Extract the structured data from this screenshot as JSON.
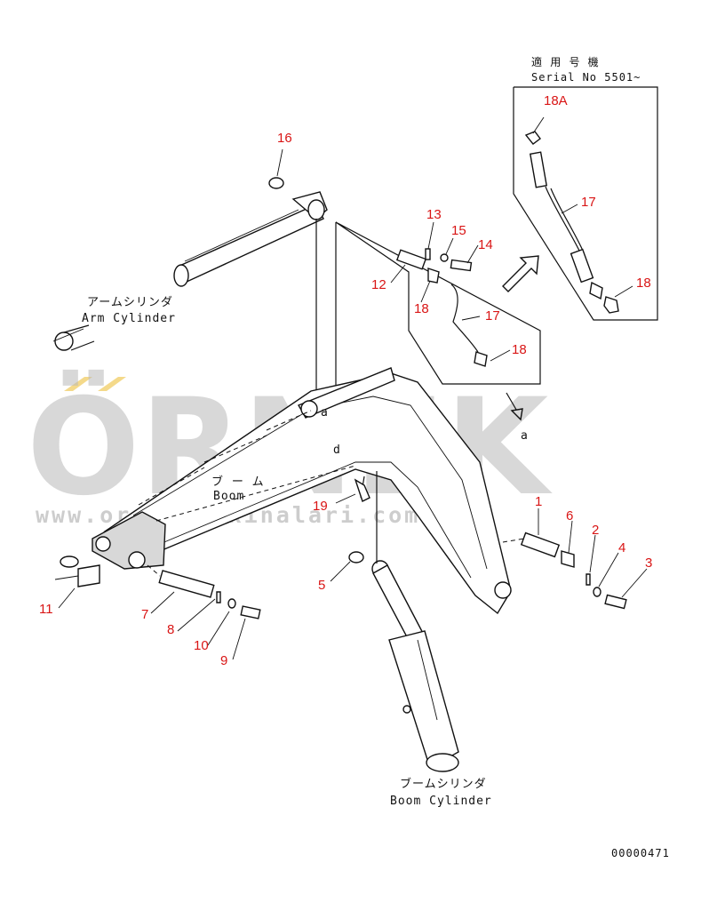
{
  "diagram": {
    "watermark": {
      "brand": "ÖRNEK",
      "url": "www.orneksmakinalari.com.tr",
      "color": "#b8b8b8",
      "accent": "#f4d98a"
    },
    "inset": {
      "applicable_jp": "適 用 号 機",
      "serial": "Serial No 5501~"
    },
    "section_labels": {
      "a": "a"
    },
    "part_labels": {
      "arm_cylinder_jp": "アームシリンダ",
      "arm_cylinder_en": "Arm Cylinder",
      "boom_jp": "ブ ー ム",
      "boom_en": "Boom",
      "boom_cylinder_jp": "ブームシリンダ",
      "boom_cylinder_en": "Boom Cylinder"
    },
    "callouts": {
      "c1": "1",
      "c2": "2",
      "c3": "3",
      "c4": "4",
      "c5": "5",
      "c6": "6",
      "c7": "7",
      "c8": "8",
      "c9": "9",
      "c10": "10",
      "c11": "11",
      "c12": "12",
      "c13": "13",
      "c14": "14",
      "c15": "15",
      "c16": "16",
      "c17": "17",
      "c17b": "17",
      "c18": "18",
      "c18b": "18",
      "c18c": "18",
      "c18a": "18A",
      "c19": "19"
    },
    "drawing_number": "00000471",
    "callout_color": "#d91515"
  }
}
